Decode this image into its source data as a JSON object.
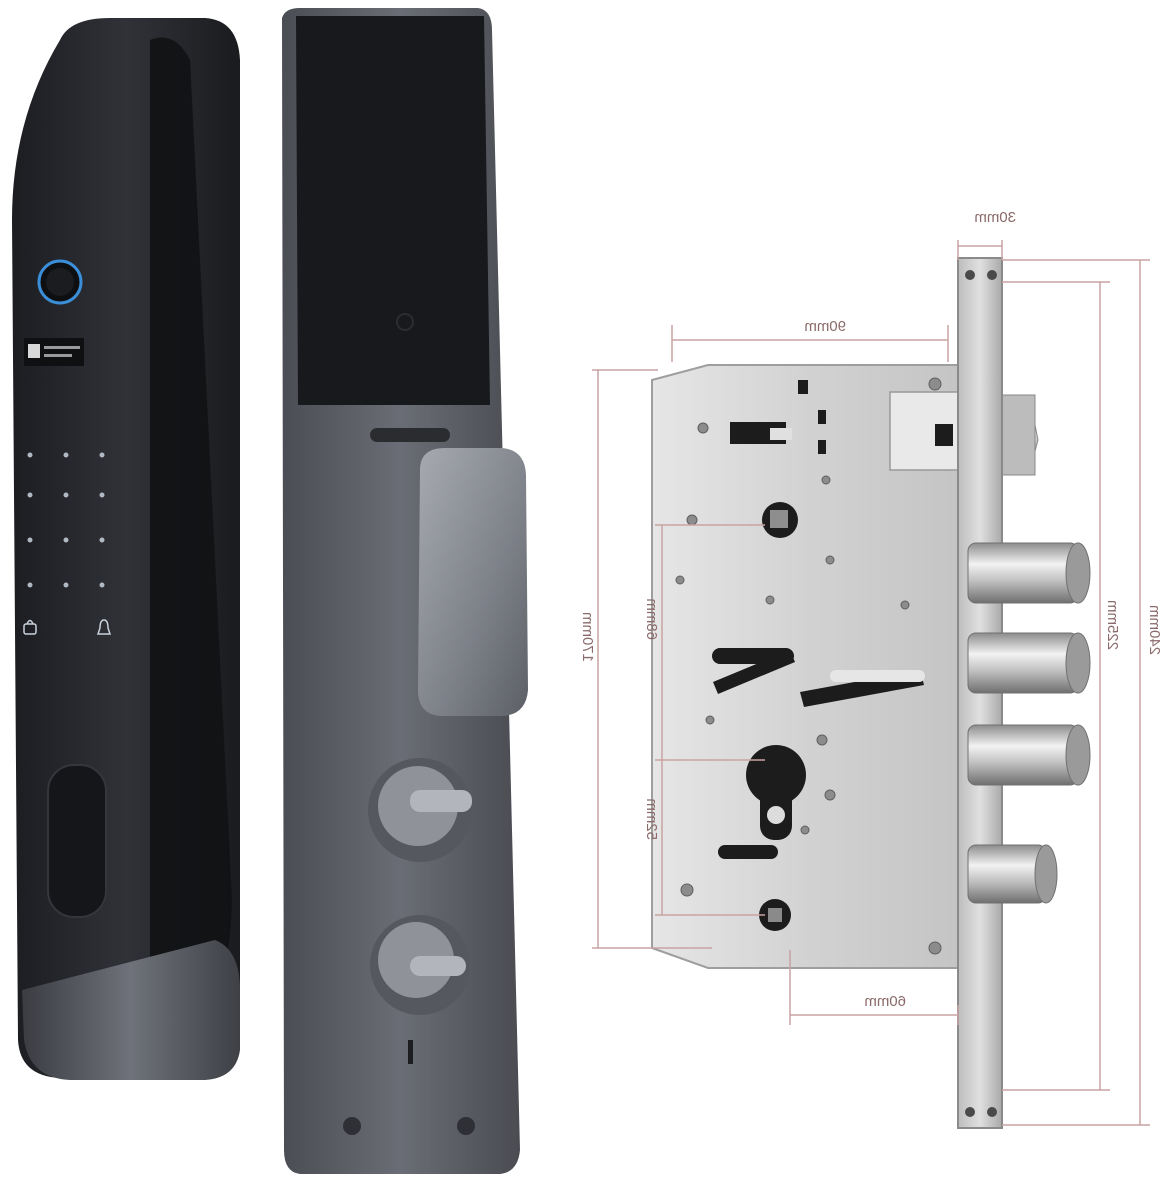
{
  "colors": {
    "background": "#ffffff",
    "lock_body": "#2b2d31",
    "handle_grey": "#5c5f66",
    "mortise_plate": "#d9d9d9",
    "dimension_line": "#c9a3a3",
    "fingerprint_ring": "#3b8ed8"
  },
  "dimensions": {
    "top_width": "30mm",
    "body_width": "90mm",
    "faceplate_height": "240mm",
    "bolt_span": "225mm",
    "body_height": "170mm",
    "handle_to_cylinder": "68mm",
    "cylinder_to_bottom": "52mm",
    "backset": "60mm"
  },
  "icons": [
    "fingerprint-sensor-icon",
    "keypad-icon",
    "lock-icon",
    "bell-icon"
  ]
}
